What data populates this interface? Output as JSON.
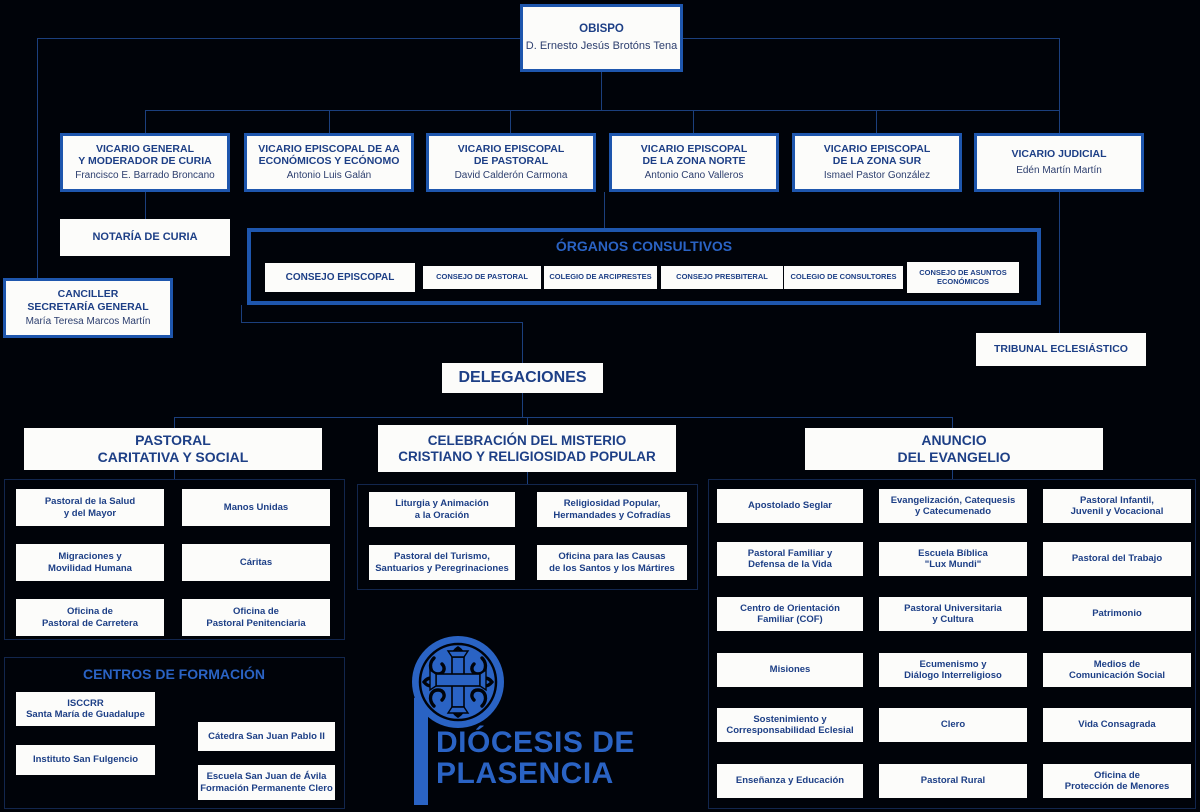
{
  "top": {
    "bishop": {
      "title": "OBISPO",
      "name": "D. Ernesto Jesús Brotóns Tena"
    }
  },
  "vicars": [
    {
      "title1": "VICARIO GENERAL",
      "title2": "Y MODERADOR DE CURIA",
      "name": "Francisco E. Barrado Broncano"
    },
    {
      "title1": "VICARIO EPISCOPAL DE AA",
      "title2": "ECONÓMICOS Y ECÓNOMO",
      "name": "Antonio Luis Galán"
    },
    {
      "title1": "VICARIO EPISCOPAL",
      "title2": "DE PASTORAL",
      "name": "David Calderón Carmona"
    },
    {
      "title1": "VICARIO EPISCOPAL",
      "title2": "DE LA ZONA NORTE",
      "name": "Antonio Cano Valleros"
    },
    {
      "title1": "VICARIO EPISCOPAL",
      "title2": "DE LA ZONA SUR",
      "name": "Ismael Pastor González"
    },
    {
      "title1": "VICARIO JUDICIAL",
      "title2": "",
      "name": "Edén Martín Martín"
    }
  ],
  "curia": {
    "notary": "NOTARÍA DE CURIA",
    "chancellor": {
      "title1": "CANCILLER",
      "title2": "SECRETARÍA GENERAL",
      "name": "María Teresa Marcos Martín"
    }
  },
  "consultative": {
    "heading": "ÓRGANOS CONSULTIVOS",
    "items": [
      {
        "line1": "CONSEJO EPISCOPAL",
        "line2": ""
      },
      {
        "line1": "CONSEJO DE PASTORAL",
        "line2": ""
      },
      {
        "line1": "COLEGIO DE ARCIPRESTES",
        "line2": ""
      },
      {
        "line1": "CONSEJO PRESBITERAL",
        "line2": ""
      },
      {
        "line1": "COLEGIO DE CONSULTORES",
        "line2": ""
      },
      {
        "line1": "CONSEJO DE ASUNTOS",
        "line2": "ECONÓMICOS"
      }
    ]
  },
  "tribunal": {
    "label": "TRIBUNAL ECLESIÁSTICO"
  },
  "delegations": {
    "heading": "DELEGACIONES"
  },
  "areas": {
    "charity": {
      "title1": "PASTORAL",
      "title2": "CARITATIVA Y SOCIAL",
      "items": [
        {
          "line1": "Pastoral de la Salud",
          "line2": "y del Mayor"
        },
        {
          "line1": "Manos Unidas",
          "line2": ""
        },
        {
          "line1": "Migraciones y",
          "line2": "Movilidad Humana"
        },
        {
          "line1": "Cáritas",
          "line2": ""
        },
        {
          "line1": "Oficina de",
          "line2": "Pastoral de Carretera"
        },
        {
          "line1": "Oficina de",
          "line2": "Pastoral Penitenciaria"
        }
      ]
    },
    "formation": {
      "title": "CENTROS DE FORMACIÓN",
      "items": [
        {
          "line1": "ISCCRR",
          "line2": "Santa María de Guadalupe"
        },
        {
          "line1": "Instituto San Fulgencio",
          "line2": ""
        },
        {
          "line1": "Cátedra San Juan Pablo II",
          "line2": ""
        },
        {
          "line1": "Escuela San Juan de Ávila",
          "line2": "Formación Permanente Clero"
        }
      ]
    },
    "celebration": {
      "title1": "CELEBRACIÓN DEL MISTERIO",
      "title2": "CRISTIANO  Y RELIGIOSIDAD POPULAR",
      "items": [
        {
          "line1": "Liturgia y Animación",
          "line2": "a la Oración"
        },
        {
          "line1": "Religiosidad Popular,",
          "line2": "Hermandades y Cofradías"
        },
        {
          "line1": "Pastoral del Turismo,",
          "line2": "Santuarios y Peregrinaciones"
        },
        {
          "line1": "Oficina para las Causas",
          "line2": "de los Santos y los Mártires"
        }
      ]
    },
    "announcement": {
      "title1": "ANUNCIO",
      "title2": "DEL EVANGELIO",
      "items": [
        {
          "line1": "Apostolado Seglar",
          "line2": ""
        },
        {
          "line1": "Evangelización, Catequesis",
          "line2": "y Catecumenado"
        },
        {
          "line1": "Pastoral Infantil,",
          "line2": "Juvenil y Vocacional"
        },
        {
          "line1": "Pastoral Familiar y",
          "line2": "Defensa de la Vida"
        },
        {
          "line1": "Escuela Bíblica",
          "line2": "\"Lux Mundi\""
        },
        {
          "line1": "Pastoral del Trabajo",
          "line2": ""
        },
        {
          "line1": "Centro de Orientación",
          "line2": "Familiar (COF)"
        },
        {
          "line1": "Pastoral Universitaria",
          "line2": "y Cultura"
        },
        {
          "line1": "Patrimonio",
          "line2": ""
        },
        {
          "line1": "Misiones",
          "line2": ""
        },
        {
          "line1": "Ecumenismo y",
          "line2": "Diálogo Interreligioso"
        },
        {
          "line1": "Medios de",
          "line2": "Comunicación Social"
        },
        {
          "line1": "Sostenimiento y",
          "line2": "Corresponsabilidad Eclesial"
        },
        {
          "line1": "Clero",
          "line2": ""
        },
        {
          "line1": "Vida Consagrada",
          "line2": ""
        },
        {
          "line1": "Enseñanza y Educación",
          "line2": ""
        },
        {
          "line1": "Pastoral Rural",
          "line2": ""
        },
        {
          "line1": "Oficina de",
          "line2": "Protección de Menores"
        }
      ]
    }
  },
  "logo": {
    "line1": "DIÓCESIS DE",
    "line2": "PLASENCIA",
    "icon": "crozier-cross-emblem"
  },
  "colors": {
    "background": "#000309",
    "box_fill": "#fcfcfa",
    "text_blue": "#1d3f86",
    "accent_blue": "#1e56ad",
    "line_blue": "#1b3f7d",
    "logo_blue": "#2a63c4"
  }
}
